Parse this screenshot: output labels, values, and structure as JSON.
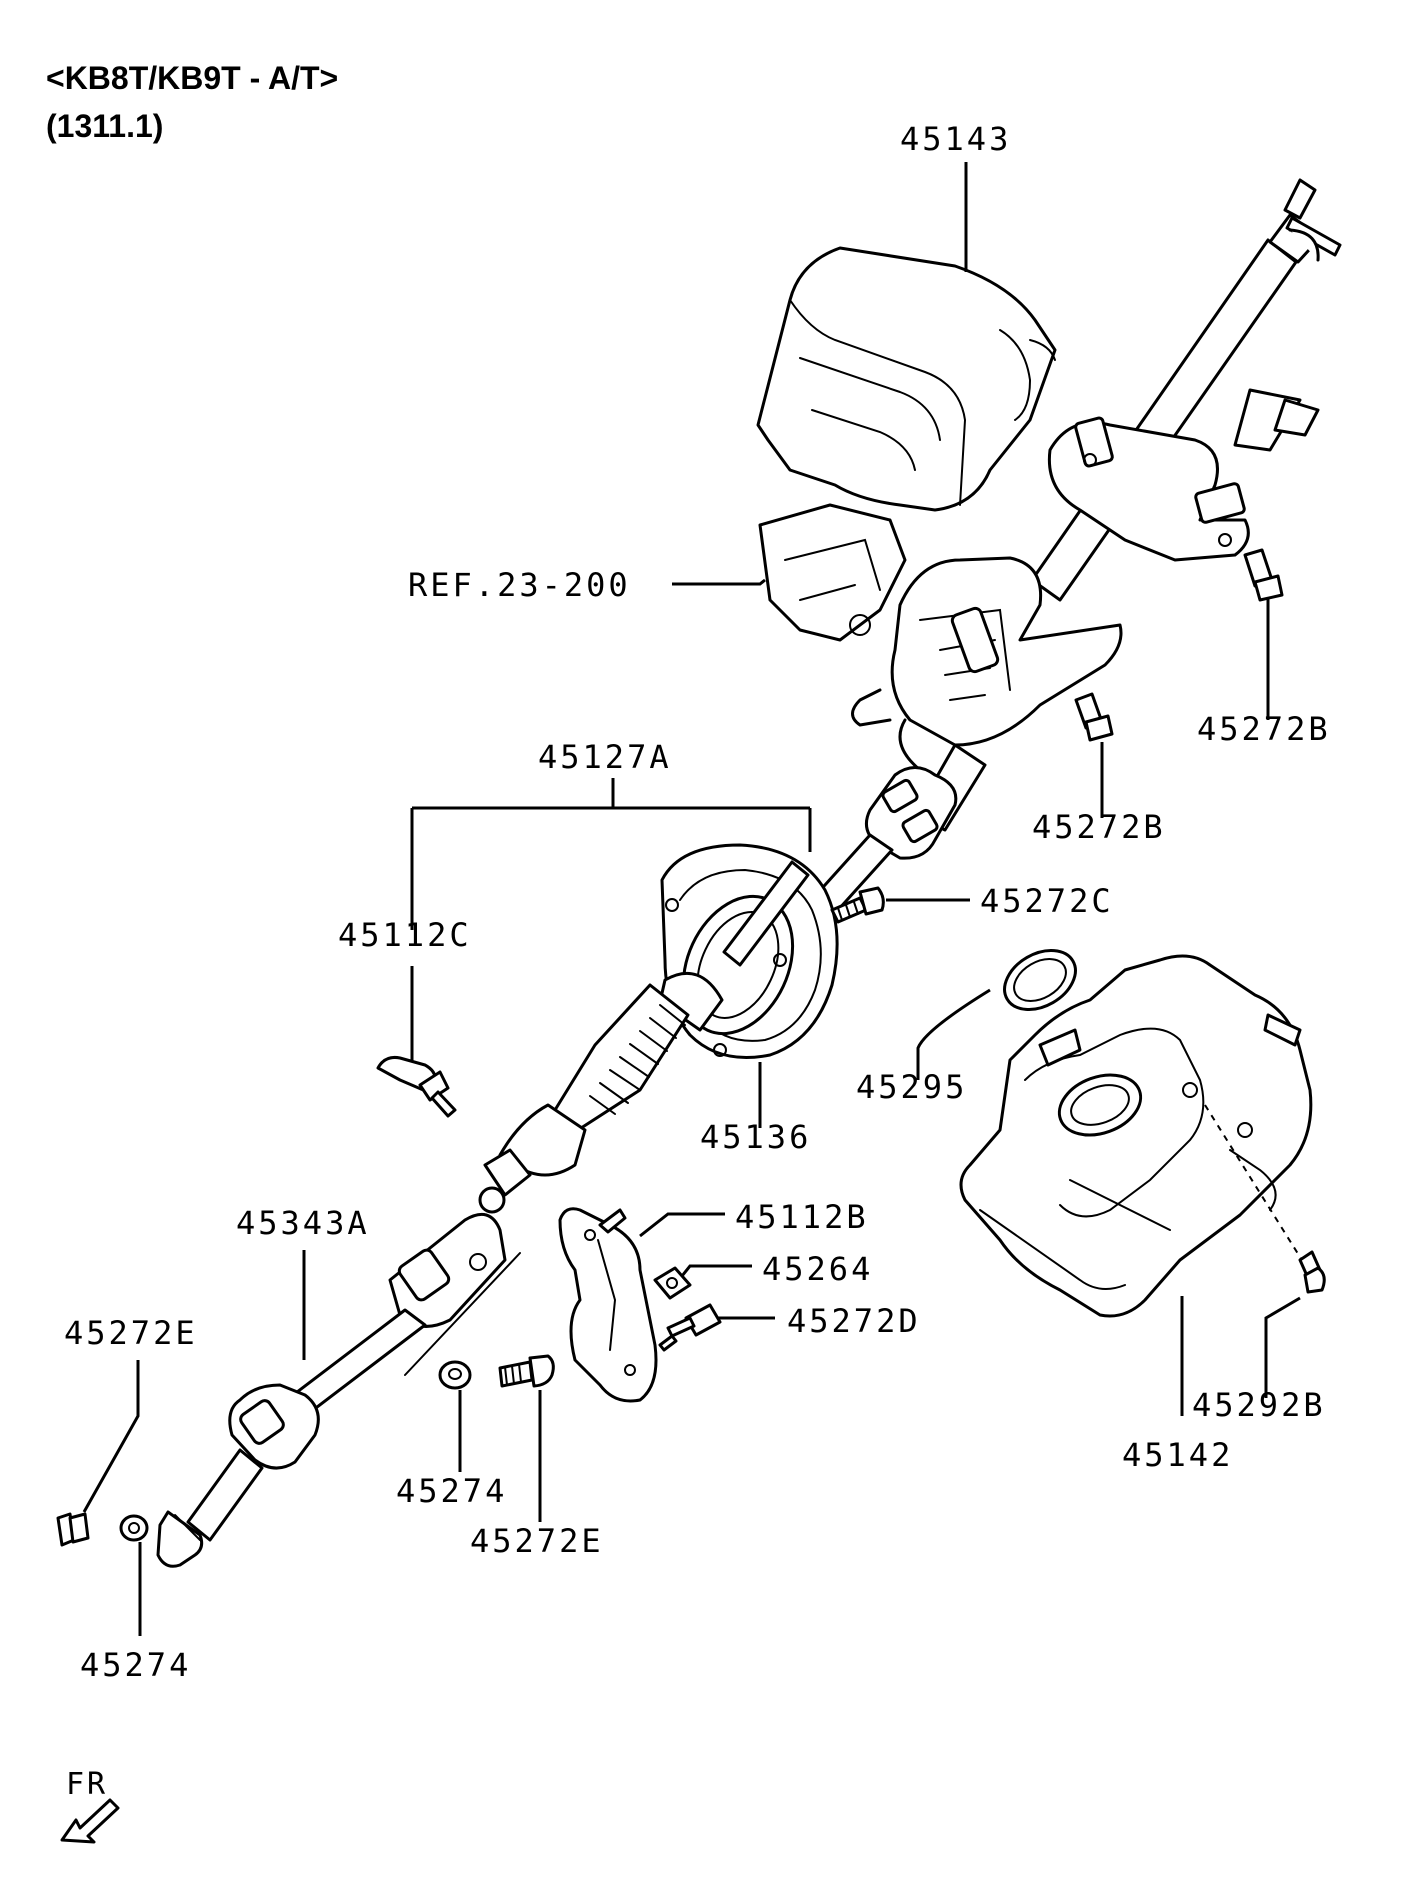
{
  "header": {
    "model": "<KB8T/KB9T - A/T>",
    "code": "(1311.1)"
  },
  "labels": {
    "p45143": "45143",
    "ref": "REF.23-200",
    "p45272b_right": "45272B",
    "p45272b_mid": "45272B",
    "p45127a": "45127A",
    "p45272c": "45272C",
    "p45112c": "45112C",
    "p45295": "45295",
    "p45136": "45136",
    "p45112b": "45112B",
    "p45343a": "45343A",
    "p45264": "45264",
    "p45272d": "45272D",
    "p45272e_left": "45272E",
    "p45272e_bottom": "45272E",
    "p45274_mid": "45274",
    "p45274_left": "45274",
    "p45292b": "45292B",
    "p45142": "45142",
    "fr": "FR"
  },
  "icons": {
    "direction": "front-direction-arrow-icon"
  }
}
